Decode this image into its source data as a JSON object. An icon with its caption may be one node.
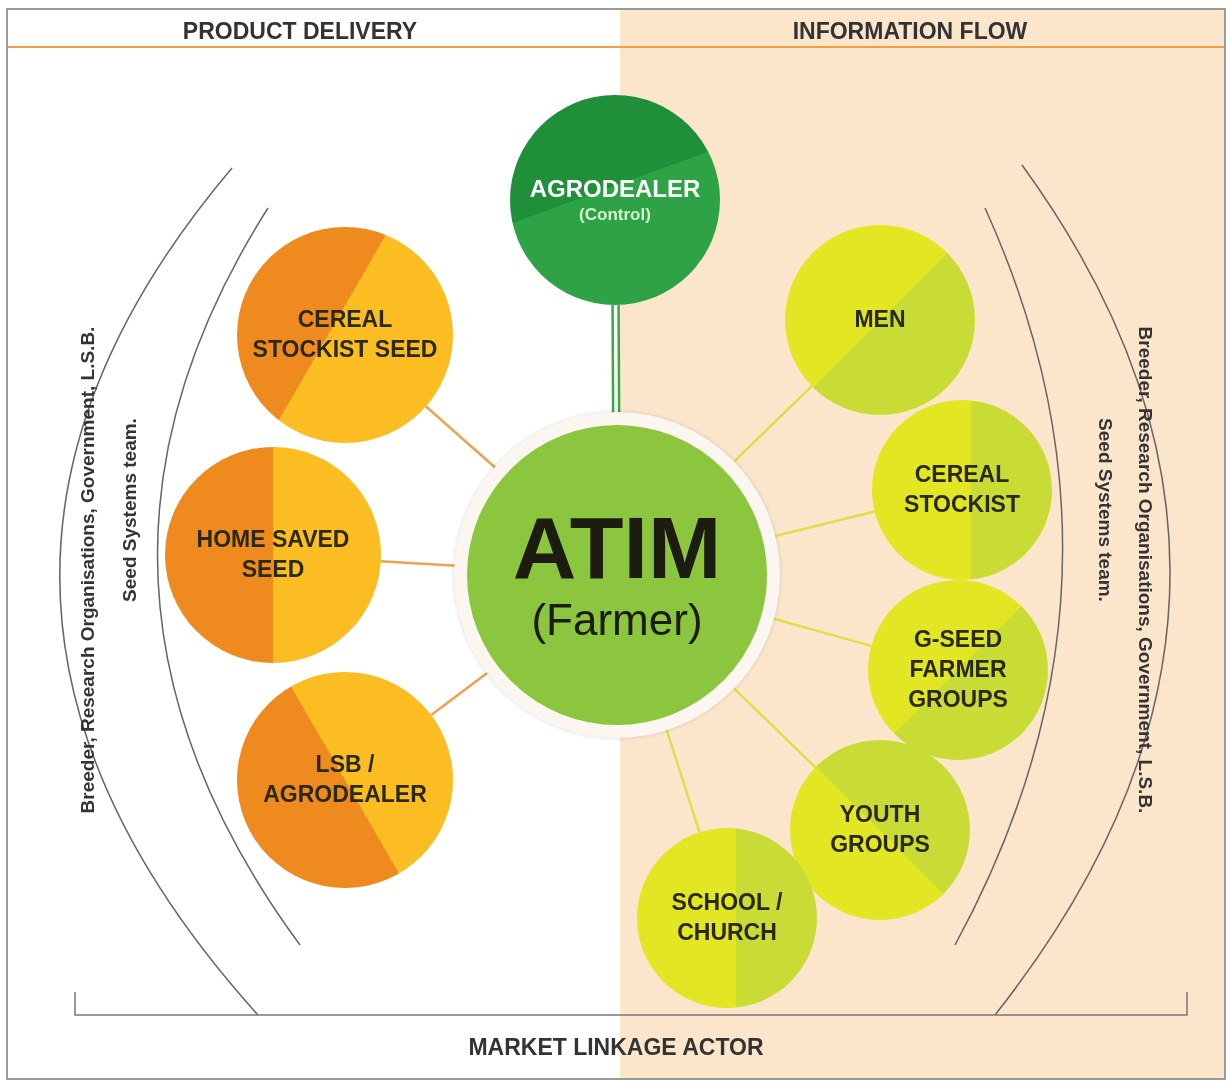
{
  "diagram": {
    "nodes": [
      {
        "text": [
          "ATIM",
          "(Farmer)"
        ]
      },
      {
        "text": [
          "AGRODEALER",
          "(Control)"
        ]
      },
      {
        "text": [
          "CEREAL STOCKIST SEED"
        ]
      },
      {
        "text": [
          "HOME SAVED SEED"
        ]
      },
      {
        "text": [
          "LSB / AGRODEALER"
        ]
      },
      {
        "text": [
          "MEN"
        ]
      },
      {
        "text": [
          "CEREAL STOCKIST"
        ]
      },
      {
        "text": [
          "G-SEED FARMER GROUPS"
        ]
      },
      {
        "text": [
          "YOUTH GROUPS"
        ]
      },
      {
        "text": [
          "SCHOOL / CHURCH"
        ]
      }
    ],
    "edges": [
      {
        "from": 1,
        "to": 0,
        "arrow": "none",
        "color": "#3aa845"
      },
      {
        "from": 2,
        "to": 0,
        "arrow": "none",
        "color": "#f0a050"
      },
      {
        "from": 3,
        "to": 0,
        "arrow": "none",
        "color": "#f0a050"
      },
      {
        "from": 4,
        "to": 0,
        "arrow": "none",
        "color": "#f0a050"
      },
      {
        "from": 5,
        "to": 0,
        "arrow": "none"
      },
      {
        "from": 6,
        "to": 0,
        "arrow": "none"
      },
      {
        "from": 7,
        "to": 0,
        "arrow": "none"
      },
      {
        "from": 8,
        "to": 0,
        "arrow": "none"
      },
      {
        "from": 9,
        "to": 0,
        "arrow": "none"
      }
    ],
    "labels": [
      "PRODUCT DELIVERY",
      "INFORMATION FLOW",
      "Breeder, Research Organisations, Government, L.S.B.",
      "Seed Systems team.",
      "Seed Systems team.",
      "Breeder, Research Organisations, Government, L.S.B.",
      "MARKET LINKAGE ACTOR"
    ]
  }
}
